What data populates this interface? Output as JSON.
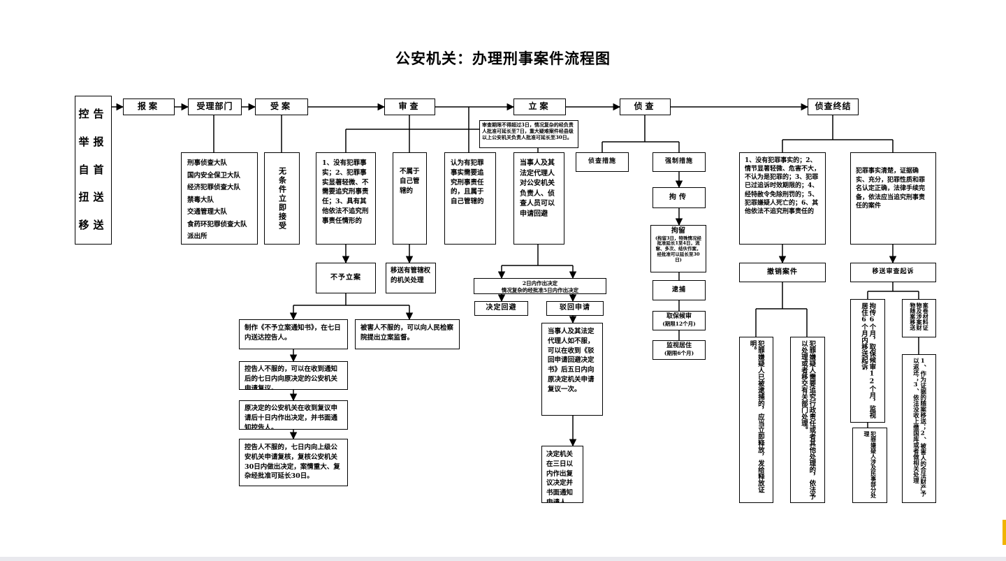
{
  "title": "公安机关：办理刑事案件流程图",
  "report_methods": [
    "控告",
    "举报",
    "自首",
    "扭送",
    "移送"
  ],
  "main_flow": {
    "report": "报案",
    "dept": "受理部门",
    "accept": "受案",
    "review": "审查",
    "file": "立案",
    "investigate": "侦查",
    "end": "侦查终结"
  },
  "departments": [
    "刑事侦查大队",
    "国内安全保卫大队",
    "经济犯罪侦查大队",
    "禁毒大队",
    "交通管理大队",
    "食药环犯罪侦查大队",
    "派出所"
  ],
  "unconditional_accept": "无条件立即接受",
  "review_note": "审查期限不得超过3日，情况复杂的经负责人批准可延长至7日，重大疑难案件经县级以上公安机关负责人批准可延长至30日。",
  "review_results": {
    "no_crime": "1、没有犯罪事实；2、犯罪事实显著轻微、不需要追究刑事责任；3、具有其他依法不追究刑事责任情形的",
    "not_jurisdiction": "不属于自己管辖的",
    "need_prosecute": "认为有犯罪事实需要追究刑事责任的，且属于自己管辖的",
    "avoidance": "当事人及其法定代理人对公安机关负责人、侦查人员可以申请回避"
  },
  "no_filing": "不予立案",
  "transfer_jurisdiction": "移送有管辖权的机关处理",
  "no_filing_notice": "制作《不予立案通知书》，在七日内送达控告人。",
  "victim_supervision": "被害人不服的，可以向人民检察院提出立案监督。",
  "reconsider_1": "控告人不服的，可以在收到通知后的七日内向原决定的公安机关申请复议。",
  "reconsider_2": "原决定的公安机关在收到复议申请后十日内作出决定，并书面通知控告人。",
  "reconsider_3": "控告人不服的，七日内向上级公安机关申请复核，复核公安机关30日内做出决定，案情重大、复杂经批准可延长30日。",
  "avoidance_decision": "2日内作出决定\n情况复杂的经批准5日内作出决定",
  "decide_avoid": "决定回避",
  "reject": "驳回申请",
  "reject_review": "当事人及其法定代理人如不服，可以在收到《驳回申请回避决定书》后五日内向原决定机关申请复议一次。",
  "review_decision": "决定机关在三日以内作出复议决定并书面通知申请人。",
  "investigation_measures": "侦查措施",
  "coercive_measures": "强制措施",
  "detention": "拘传",
  "custody": "拘留",
  "custody_note": "(拘留3日，特殊情况经批准延长1至4日，流窜、多次、结伙作案，经批准可以延长至30日)",
  "arrest": "逮捕",
  "bail": "取保候审",
  "bail_note": "(期限12个月)",
  "surveillance": "监视居住",
  "surveillance_note": "(期限6个月)",
  "case_closing": {
    "withdraw_conditions": "1、没有犯罪事实的；2、情节显著轻微、危害不大，不认为是犯罪的；3、犯罪已过追诉时效期限的；4、经特赦令免除刑罚的；5、犯罪嫌疑人死亡的；6、其他依法不追究刑事责任的",
    "prosecute_conditions": "犯罪事实清楚，证据确实、充分，犯罪性质和罪名认定正确，法律手续完备，依法应当追究刑事责任的案件",
    "withdraw": "撤销案件",
    "transfer_prosecution": "移送审查起诉",
    "release": "犯罪嫌疑人已被逮捕的，应当立即释放，发给释放证明。",
    "transfer_other": "犯罪嫌疑人需要追究行政责任或者其他处理的，依法予以处理或者移交有关部门处理。",
    "custody_period": "拘传6个月，取保候审12个月，监视居住6个月内移送起诉",
    "property": "案卷材料证物及涉案财物随案移送",
    "criminal_handling": "犯罪嫌疑人涉及民事部分处理",
    "property_return": "1、作为证据的随案移送；2、被害人的合法财产予以返还；3、依法没收上缴国库或者做相关处理"
  }
}
